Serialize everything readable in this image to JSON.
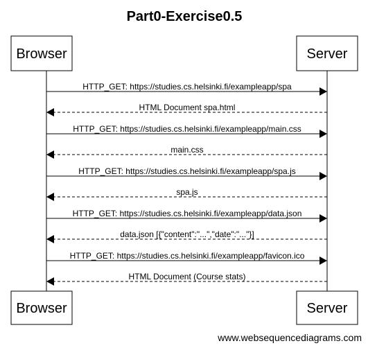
{
  "diagram": {
    "title": "Part0-Exercise0.5",
    "participants": [
      {
        "id": "browser",
        "label": "Browser"
      },
      {
        "id": "server",
        "label": "Server"
      }
    ],
    "messages": [
      {
        "from": "browser",
        "to": "server",
        "style": "solid",
        "label": "HTTP_GET: https://studies.cs.helsinki.fi/exampleapp/spa"
      },
      {
        "from": "server",
        "to": "browser",
        "style": "dashed",
        "label": "HTML Document spa.html"
      },
      {
        "from": "browser",
        "to": "server",
        "style": "solid",
        "label": "HTTP_GET: https://studies.cs.helsinki.fi/exampleapp/main.css"
      },
      {
        "from": "server",
        "to": "browser",
        "style": "dashed",
        "label": "main.css"
      },
      {
        "from": "browser",
        "to": "server",
        "style": "solid",
        "label": "HTTP_GET: https://studies.cs.helsinki.fi/exampleapp/spa.js"
      },
      {
        "from": "server",
        "to": "browser",
        "style": "dashed",
        "label": "spa.js"
      },
      {
        "from": "browser",
        "to": "server",
        "style": "solid",
        "label": "HTTP_GET: https://studies.cs.helsinki.fi/exampleapp/data.json"
      },
      {
        "from": "server",
        "to": "browser",
        "style": "dashed",
        "label": "data.json [{\"content\":\"...\",\"date\":\"...\"}]"
      },
      {
        "from": "browser",
        "to": "server",
        "style": "solid",
        "label": "HTTP_GET: https://studies.cs.helsinki.fi/exampleapp/favicon.ico"
      },
      {
        "from": "server",
        "to": "browser",
        "style": "dashed",
        "label": "HTML Document (Course stats)"
      }
    ],
    "watermark": "www.websequencediagrams.com",
    "colors": {
      "background": "#ffffff",
      "line": "#000000",
      "text": "#000000"
    }
  }
}
